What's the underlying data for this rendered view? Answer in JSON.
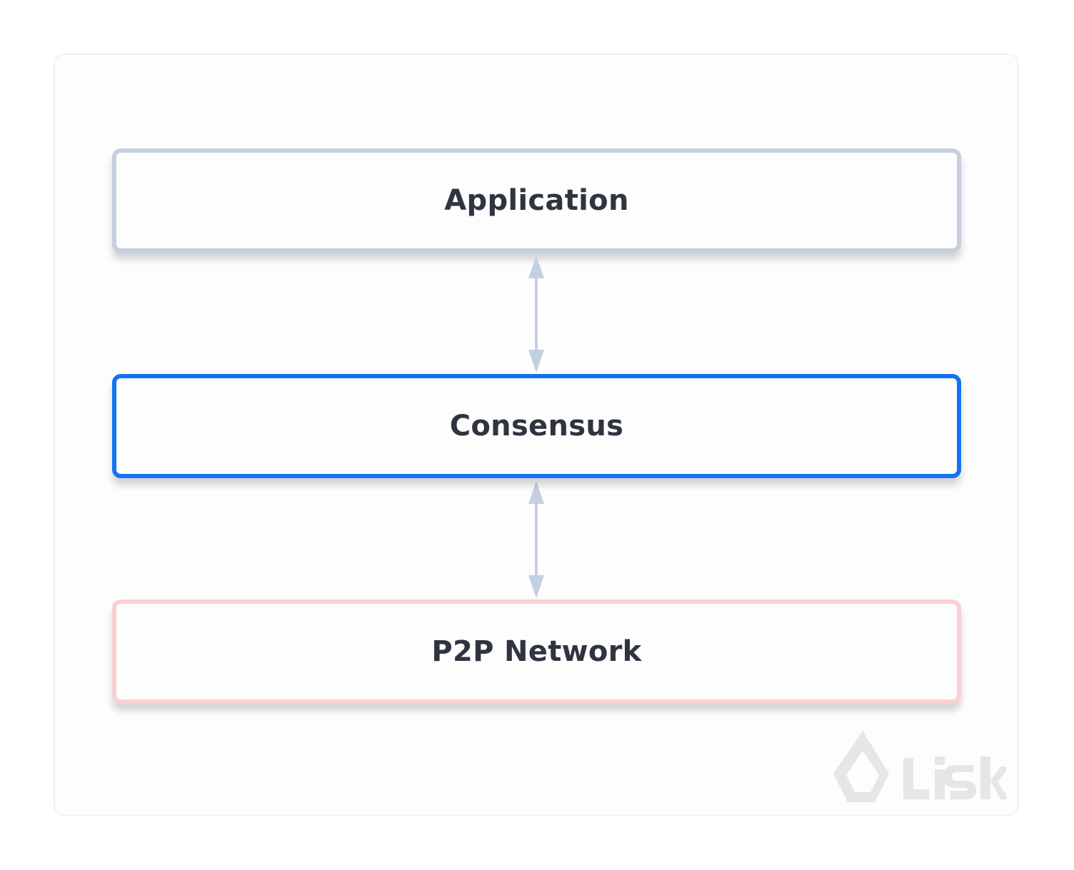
{
  "layers": [
    {
      "label": "Application",
      "border_color": "#c6cfe0"
    },
    {
      "label": "Consensus",
      "border_color": "#1274f2"
    },
    {
      "label": "P2P Network",
      "border_color": "#fbd0d2"
    }
  ],
  "connectors": [
    {
      "from": "Application",
      "to": "Consensus",
      "type": "bidirectional",
      "color": "#c5cfe2"
    },
    {
      "from": "Consensus",
      "to": "P2P Network",
      "type": "bidirectional",
      "color": "#c5cfe2"
    }
  ],
  "logo": {
    "text": "Lisk",
    "color": "#e6e6e8",
    "icon": "lisk-logo-icon"
  },
  "colors": {
    "text": "#2f3440",
    "background": "#fdfdfd",
    "card_border": "#f2f2f4"
  }
}
